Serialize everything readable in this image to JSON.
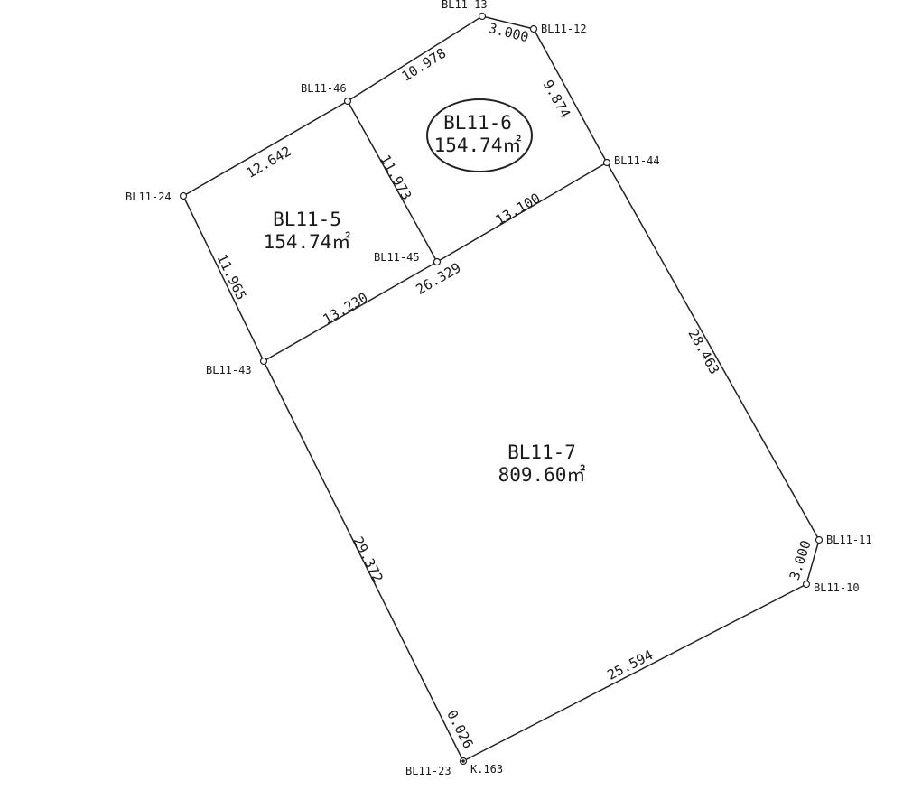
{
  "points": {
    "BL11-13": "BL11-13",
    "BL11-12": "BL11-12",
    "BL11-46": "BL11-46",
    "BL11-44": "BL11-44",
    "BL11-24": "BL11-24",
    "BL11-45": "BL11-45",
    "BL11-43": "BL11-43",
    "BL11-11": "BL11-11",
    "BL11-10": "BL11-10",
    "BL11-23": "BL11-23",
    "K163": "K.163"
  },
  "distances": {
    "d_13_12": "3.000",
    "d_46_13": "10.978",
    "d_12_44": "9.874",
    "d_24_46": "12.642",
    "d_46_45": "11.973",
    "d_45_44": "13.100",
    "d_24_43": "11.965",
    "d_43_45": "13.230",
    "d_45_mid": "26.329",
    "d_44_11": "28.463",
    "d_43_23": "29.372",
    "d_11_10": "3.000",
    "d_10_23": "25.594",
    "d_23_k": "0.026"
  },
  "parcels": {
    "p5": {
      "id": "BL11-5",
      "area": "154.74㎡"
    },
    "p6": {
      "id": "BL11-6",
      "area": "154.74㎡"
    },
    "p7": {
      "id": "BL11-7",
      "area": "809.60㎡"
    }
  }
}
